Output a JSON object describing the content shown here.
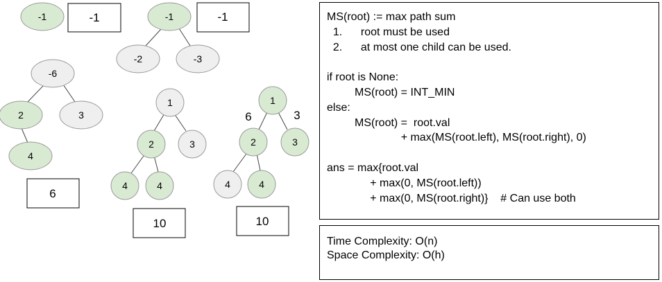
{
  "colors": {
    "green": "#d9ead3",
    "gray": "#efefef",
    "stroke": "#999999",
    "ink": "#000000"
  },
  "trees": {
    "t1": {
      "nodes": [
        "-1"
      ],
      "answer": "-1"
    },
    "t2": {
      "nodes": [
        "-1",
        "-2",
        "-3"
      ],
      "answer": "-1"
    },
    "t3": {
      "nodes": [
        "-6",
        "2",
        "3",
        "4"
      ],
      "answer": "6"
    },
    "t4": {
      "nodes": [
        "1",
        "2",
        "3",
        "4",
        "4"
      ],
      "answer": "10"
    },
    "t5": {
      "nodes": [
        "1",
        "2",
        "3",
        "4",
        "4"
      ],
      "answer": "10",
      "left_gain": "6",
      "right_gain": "3"
    }
  },
  "explanation": {
    "lines": [
      "MS(root) := max path sum",
      "  1.      root must be used",
      "  2.      at most one child can be used.",
      "",
      "if root is None:",
      "         MS(root) = INT_MIN",
      "else:",
      "         MS(root) =  root.val",
      "                        + max(MS(root.left), MS(root.right), 0)",
      "",
      "ans = max{root.val",
      "              + max(0, MS(root.left))",
      "              + max(0, MS(root.right)}    # Can use both"
    ]
  },
  "complexity": {
    "time": "Time Complexity: O(n)",
    "space": "Space Complexity: O(h)"
  }
}
